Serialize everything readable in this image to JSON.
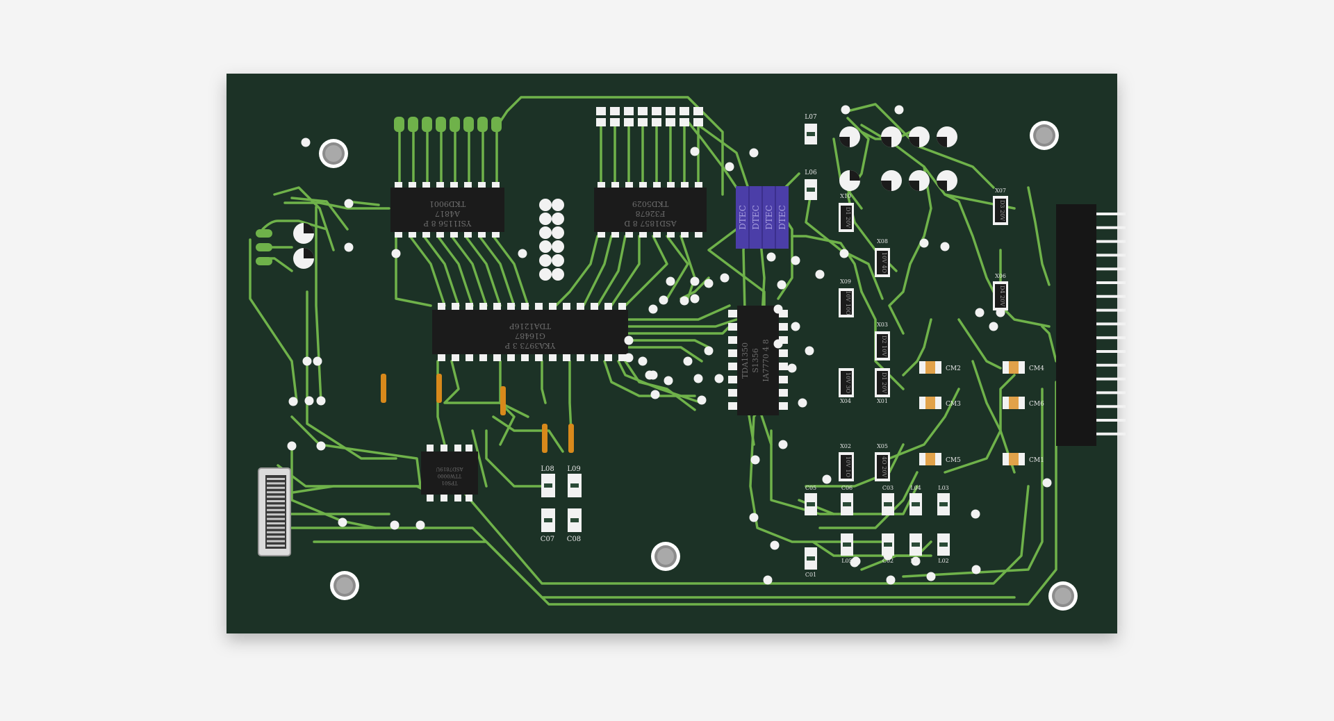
{
  "colors": {
    "background": "#f4f4f4",
    "board": "#1c3328",
    "trace": "#6fb24a",
    "pad": "#f2f2f2",
    "chip": "#1b1b1b",
    "chip_text": "#6e6e6e",
    "resistor_jumper": "#d8891b",
    "dtec_capacitor": "#4b3ea8",
    "smd_cap_body": "#e1a24a",
    "header": "#161616"
  },
  "labels": {
    "ic1": [
      "TKD9001",
      "A4817",
      "YSI1156 8 P"
    ],
    "ic2": [
      "TKD5029",
      "F32678",
      "ASD1857 8 D"
    ],
    "ic3": [
      "TDA1216P",
      "G16487",
      "YKA3973 3 P"
    ],
    "ic4": [
      "TDA1350",
      "S1356",
      "IA7770 4 8"
    ],
    "ic5": [
      "ASD7819U",
      "TTW0000",
      "TPS01"
    ],
    "dtec": [
      "DTEC",
      "DTEC",
      "DTEC",
      "DTEC"
    ],
    "l_top": [
      "L07",
      "L06"
    ],
    "x_labels": [
      "X10",
      "X08",
      "X09",
      "X03",
      "X04",
      "X01",
      "X02",
      "X05",
      "X07",
      "X06"
    ],
    "x_values": [
      "D1 20V",
      "10V 4O",
      "10V 10O",
      "D2 10V",
      "10V 3O",
      "D1 20V",
      "10V 1O",
      "4O 20V",
      "D3 20V",
      "D4 20V"
    ],
    "cm": [
      "CM2",
      "CM3",
      "CM5",
      "CM4",
      "CM6",
      "CM1"
    ],
    "bottom_small": [
      "C05",
      "C06",
      "C03",
      "L04",
      "L03",
      "C01",
      "L05",
      "C02",
      "L01",
      "L02"
    ],
    "left_small": [
      "L08",
      "L09",
      "C07",
      "C08"
    ]
  }
}
